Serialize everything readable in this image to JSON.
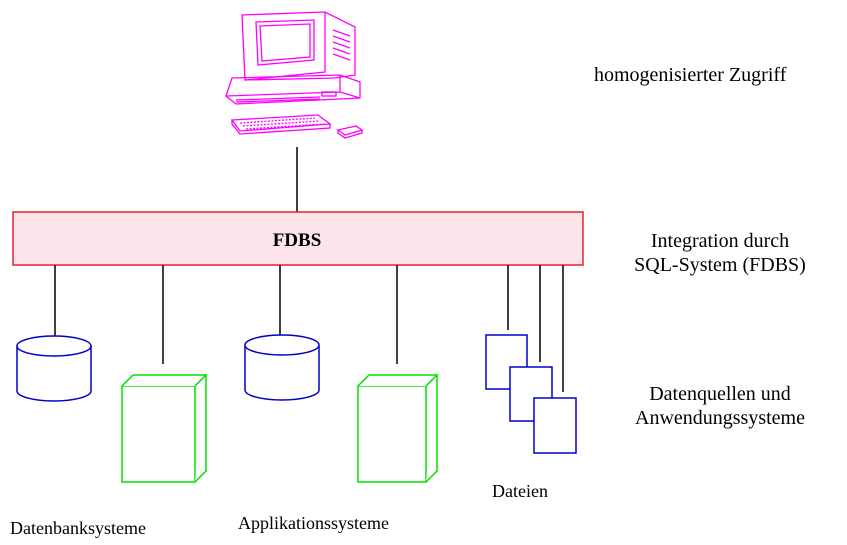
{
  "fdbs_box": {
    "label": "FDBS"
  },
  "labels": {
    "access": "homogenisierter Zugriff",
    "integration_line1": "Integration durch",
    "integration_line2": "SQL-System (FDBS)",
    "sources_line1": "Datenquellen und",
    "sources_line2": "Anwendungssysteme",
    "files": "Dateien",
    "databases": "Datenbanksysteme",
    "applications": "Applikationssysteme"
  },
  "colors": {
    "computer": "#ff00ff",
    "fdbs_border": "#e8202a",
    "fdbs_fill": "#fde4ea",
    "database": "#0000c8",
    "application": "#00e000",
    "file": "#0000c8",
    "connector": "#000000"
  }
}
